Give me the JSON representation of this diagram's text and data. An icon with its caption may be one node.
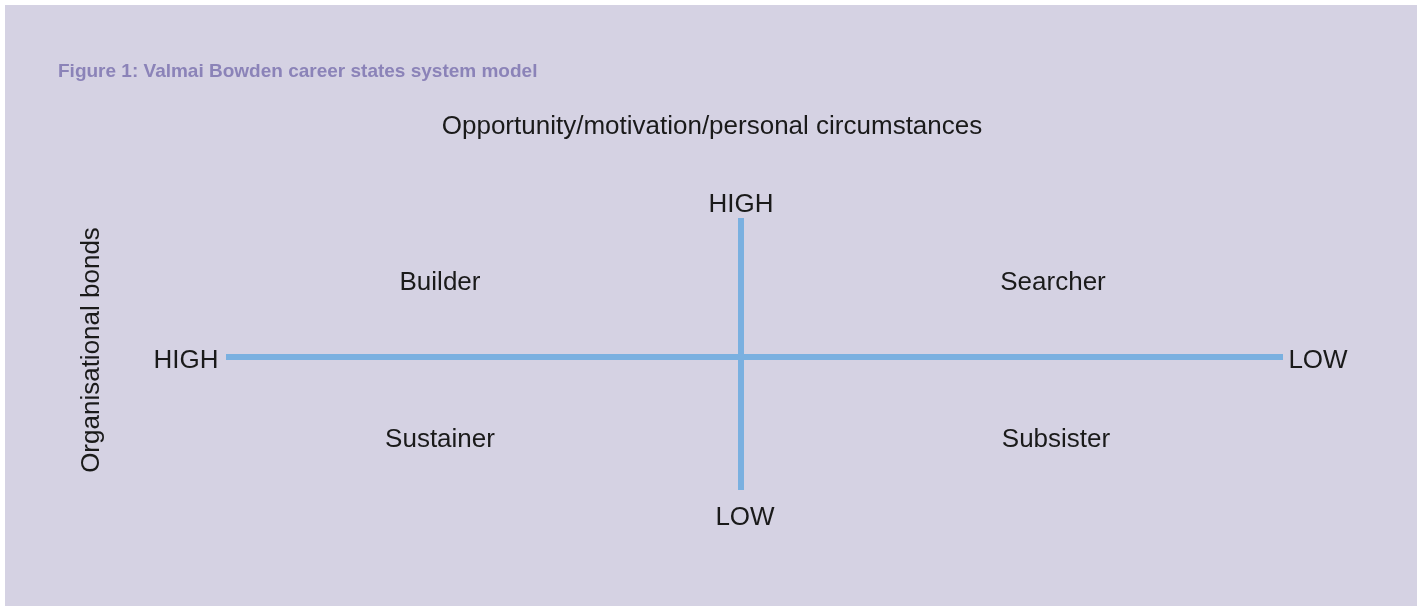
{
  "diagram": {
    "title": "Figure 1: Valmai Bowden career states system model",
    "labels": [
      "Opportunity/motivation/personal circumstances",
      "HIGH",
      "Organisational bonds",
      "Builder",
      "Searcher",
      "HIGH",
      "LOW",
      "Sustainer",
      "Subsister",
      "LOW"
    ]
  }
}
